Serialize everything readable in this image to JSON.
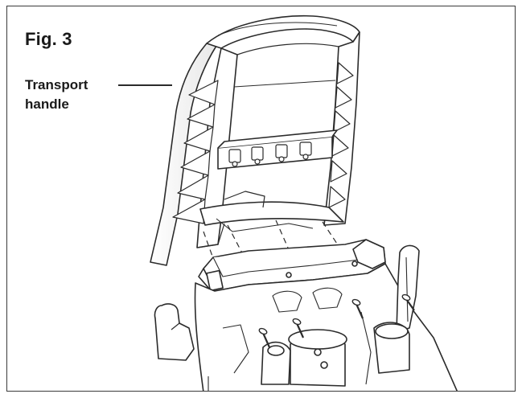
{
  "figure": {
    "title": "Fig. 3",
    "callout": {
      "line1": "Transport",
      "line2": "handle"
    }
  },
  "colors": {
    "line": "#2b2b2b",
    "shade": "#cfcfcf",
    "frame": "#3a3a3a"
  }
}
